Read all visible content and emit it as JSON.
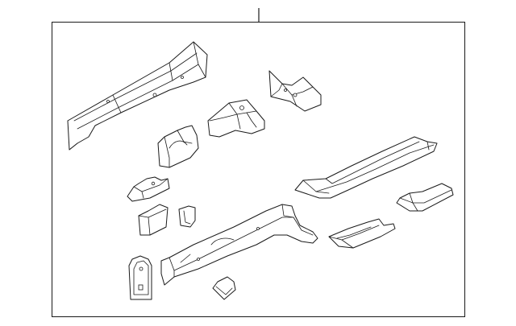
{
  "diagram": {
    "line_color": "#1a1a1a",
    "background": "#ffffff",
    "parts": [
      "rear-rail-left-upper",
      "bracket-upper-center",
      "mount-bracket-center",
      "reinforcement-left",
      "rail-extension-right",
      "small-bracket-left",
      "end-plate-right",
      "block-small-left",
      "clip-small",
      "rear-rail-lower",
      "crossmember-bracket-right",
      "end-cap-left",
      "patch-plate-small"
    ]
  }
}
